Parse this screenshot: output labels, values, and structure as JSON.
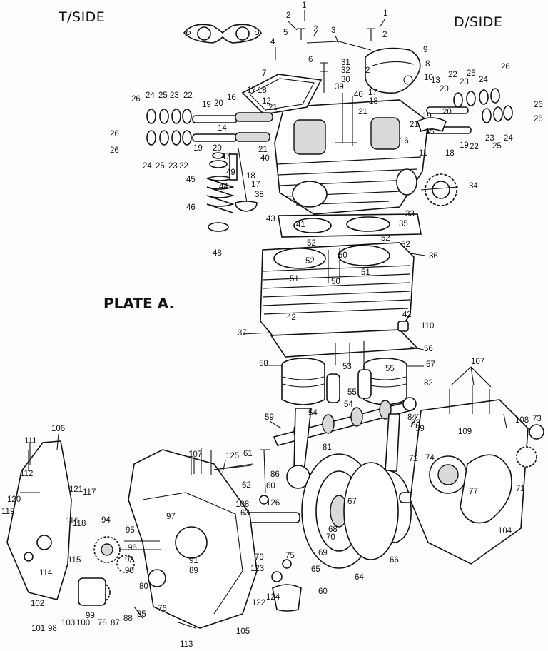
{
  "header": {
    "left": "T/SIDE",
    "right": "D/SIDE"
  },
  "plate_label": "PLATE A.",
  "callouts": [
    {
      "id": "c1",
      "text": "1"
    },
    {
      "id": "c1b",
      "text": "1"
    },
    {
      "id": "c2",
      "text": "2"
    },
    {
      "id": "c2b",
      "text": "2"
    },
    {
      "id": "c2c",
      "text": "2"
    },
    {
      "id": "c2d",
      "text": "2"
    },
    {
      "id": "c3",
      "text": "3"
    },
    {
      "id": "c4",
      "text": "4"
    },
    {
      "id": "c5",
      "text": "5"
    },
    {
      "id": "c6",
      "text": "6"
    },
    {
      "id": "c7",
      "text": "7"
    },
    {
      "id": "c8",
      "text": "8"
    },
    {
      "id": "c9",
      "text": "9"
    },
    {
      "id": "c10",
      "text": "10"
    },
    {
      "id": "c11",
      "text": "11"
    },
    {
      "id": "c12",
      "text": "12"
    },
    {
      "id": "c13",
      "text": "13"
    },
    {
      "id": "c14",
      "text": "14"
    },
    {
      "id": "c15",
      "text": "15"
    },
    {
      "id": "c16",
      "text": "16"
    },
    {
      "id": "c16b",
      "text": "16"
    },
    {
      "id": "c17",
      "text": "17"
    },
    {
      "id": "c17b",
      "text": "17"
    },
    {
      "id": "c17c",
      "text": "17"
    },
    {
      "id": "c18",
      "text": "18"
    },
    {
      "id": "c18b",
      "text": "18"
    },
    {
      "id": "c18c",
      "text": "18"
    },
    {
      "id": "c18d",
      "text": "18"
    },
    {
      "id": "c19",
      "text": "19"
    },
    {
      "id": "c19b",
      "text": "19"
    },
    {
      "id": "c19c",
      "text": "19"
    },
    {
      "id": "c19d",
      "text": "19"
    },
    {
      "id": "c20",
      "text": "20"
    },
    {
      "id": "c20b",
      "text": "20"
    },
    {
      "id": "c20c",
      "text": "20"
    },
    {
      "id": "c20d",
      "text": "20"
    },
    {
      "id": "c21",
      "text": "21"
    },
    {
      "id": "c21b",
      "text": "21"
    },
    {
      "id": "c21c",
      "text": "21"
    },
    {
      "id": "c21d",
      "text": "21"
    },
    {
      "id": "c22",
      "text": "22"
    },
    {
      "id": "c22b",
      "text": "22"
    },
    {
      "id": "c22c",
      "text": "22"
    },
    {
      "id": "c22d",
      "text": "22"
    },
    {
      "id": "c23",
      "text": "23"
    },
    {
      "id": "c23b",
      "text": "23"
    },
    {
      "id": "c23c",
      "text": "23"
    },
    {
      "id": "c23d",
      "text": "23"
    },
    {
      "id": "c24",
      "text": "24"
    },
    {
      "id": "c24b",
      "text": "24"
    },
    {
      "id": "c24c",
      "text": "24"
    },
    {
      "id": "c24d",
      "text": "24"
    },
    {
      "id": "c25",
      "text": "25"
    },
    {
      "id": "c25b",
      "text": "25"
    },
    {
      "id": "c25c",
      "text": "25"
    },
    {
      "id": "c25d",
      "text": "25"
    },
    {
      "id": "c26",
      "text": "26"
    },
    {
      "id": "c26b",
      "text": "26"
    },
    {
      "id": "c26c",
      "text": "26"
    },
    {
      "id": "c26d",
      "text": "26"
    },
    {
      "id": "c26e",
      "text": "26"
    },
    {
      "id": "c26f",
      "text": "26"
    },
    {
      "id": "c30",
      "text": "30"
    },
    {
      "id": "c31",
      "text": "31"
    },
    {
      "id": "c32",
      "text": "32"
    },
    {
      "id": "c33",
      "text": "33"
    },
    {
      "id": "c34",
      "text": "34"
    },
    {
      "id": "c35",
      "text": "35"
    },
    {
      "id": "c36",
      "text": "36"
    },
    {
      "id": "c37",
      "text": "37"
    },
    {
      "id": "c38",
      "text": "38"
    },
    {
      "id": "c39",
      "text": "39"
    },
    {
      "id": "c40",
      "text": "40"
    },
    {
      "id": "c40b",
      "text": "40"
    },
    {
      "id": "c41",
      "text": "41"
    },
    {
      "id": "c42",
      "text": "42"
    },
    {
      "id": "c42b",
      "text": "42"
    },
    {
      "id": "c43",
      "text": "43"
    },
    {
      "id": "c44",
      "text": "44"
    },
    {
      "id": "c45",
      "text": "45"
    },
    {
      "id": "c46",
      "text": "46"
    },
    {
      "id": "c47",
      "text": "47"
    },
    {
      "id": "c48",
      "text": "48"
    },
    {
      "id": "c49",
      "text": "49"
    },
    {
      "id": "c50",
      "text": "50"
    },
    {
      "id": "c50b",
      "text": "50"
    },
    {
      "id": "c51",
      "text": "51"
    },
    {
      "id": "c51b",
      "text": "51"
    },
    {
      "id": "c52",
      "text": "52"
    },
    {
      "id": "c52b",
      "text": "52"
    },
    {
      "id": "c52c",
      "text": "52"
    },
    {
      "id": "c52d",
      "text": "52"
    },
    {
      "id": "c53",
      "text": "53"
    },
    {
      "id": "c54",
      "text": "54"
    },
    {
      "id": "c54b",
      "text": "54"
    },
    {
      "id": "c55",
      "text": "55"
    },
    {
      "id": "c55b",
      "text": "55"
    },
    {
      "id": "c56",
      "text": "56"
    },
    {
      "id": "c57",
      "text": "57"
    },
    {
      "id": "c58",
      "text": "58"
    },
    {
      "id": "c59",
      "text": "59"
    },
    {
      "id": "c59b",
      "text": "59"
    },
    {
      "id": "c60",
      "text": "60"
    },
    {
      "id": "c60b",
      "text": "60"
    },
    {
      "id": "c61",
      "text": "61"
    },
    {
      "id": "c62",
      "text": "62"
    },
    {
      "id": "c63",
      "text": "63"
    },
    {
      "id": "c64",
      "text": "64"
    },
    {
      "id": "c65",
      "text": "65"
    },
    {
      "id": "c66",
      "text": "66"
    },
    {
      "id": "c67",
      "text": "67"
    },
    {
      "id": "c68",
      "text": "68"
    },
    {
      "id": "c69",
      "text": "69"
    },
    {
      "id": "c70",
      "text": "70"
    },
    {
      "id": "c71",
      "text": "71"
    },
    {
      "id": "c72",
      "text": "72"
    },
    {
      "id": "c73",
      "text": "73"
    },
    {
      "id": "c74",
      "text": "74"
    },
    {
      "id": "c75",
      "text": "75"
    },
    {
      "id": "c76",
      "text": "76"
    },
    {
      "id": "c77",
      "text": "77"
    },
    {
      "id": "c78",
      "text": "78"
    },
    {
      "id": "c79",
      "text": "79"
    },
    {
      "id": "c80",
      "text": "80"
    },
    {
      "id": "c81",
      "text": "81"
    },
    {
      "id": "c82",
      "text": "82"
    },
    {
      "id": "c83",
      "text": "83"
    },
    {
      "id": "c84",
      "text": "84"
    },
    {
      "id": "c85",
      "text": "85"
    },
    {
      "id": "c86",
      "text": "86"
    },
    {
      "id": "c87",
      "text": "87"
    },
    {
      "id": "c88",
      "text": "88"
    },
    {
      "id": "c89",
      "text": "89"
    },
    {
      "id": "c90",
      "text": "90"
    },
    {
      "id": "c91",
      "text": "91"
    },
    {
      "id": "c93",
      "text": "93"
    },
    {
      "id": "c94",
      "text": "94"
    },
    {
      "id": "c95",
      "text": "95"
    },
    {
      "id": "c96",
      "text": "96"
    },
    {
      "id": "c97",
      "text": "97"
    },
    {
      "id": "c98",
      "text": "98"
    },
    {
      "id": "c99",
      "text": "99"
    },
    {
      "id": "c100",
      "text": "100"
    },
    {
      "id": "c101",
      "text": "101"
    },
    {
      "id": "c102",
      "text": "102"
    },
    {
      "id": "c103",
      "text": "103"
    },
    {
      "id": "c104",
      "text": "104"
    },
    {
      "id": "c105",
      "text": "105"
    },
    {
      "id": "c106",
      "text": "106"
    },
    {
      "id": "c107",
      "text": "107"
    },
    {
      "id": "c107b",
      "text": "107"
    },
    {
      "id": "c108",
      "text": "108"
    },
    {
      "id": "c108b",
      "text": "108"
    },
    {
      "id": "c109",
      "text": "109"
    },
    {
      "id": "c110",
      "text": "110"
    },
    {
      "id": "c111",
      "text": "111"
    },
    {
      "id": "c112",
      "text": "112"
    },
    {
      "id": "c113",
      "text": "113"
    },
    {
      "id": "c114",
      "text": "114"
    },
    {
      "id": "c115",
      "text": "115"
    },
    {
      "id": "c116",
      "text": "116"
    },
    {
      "id": "c117",
      "text": "117"
    },
    {
      "id": "c118",
      "text": "118"
    },
    {
      "id": "c119",
      "text": "119"
    },
    {
      "id": "c120",
      "text": "120"
    },
    {
      "id": "c121",
      "text": "121"
    },
    {
      "id": "c122",
      "text": "122"
    },
    {
      "id": "c123",
      "text": "123"
    },
    {
      "id": "c124",
      "text": "124"
    },
    {
      "id": "c125",
      "text": "125"
    },
    {
      "id": "c126",
      "text": "126"
    }
  ]
}
